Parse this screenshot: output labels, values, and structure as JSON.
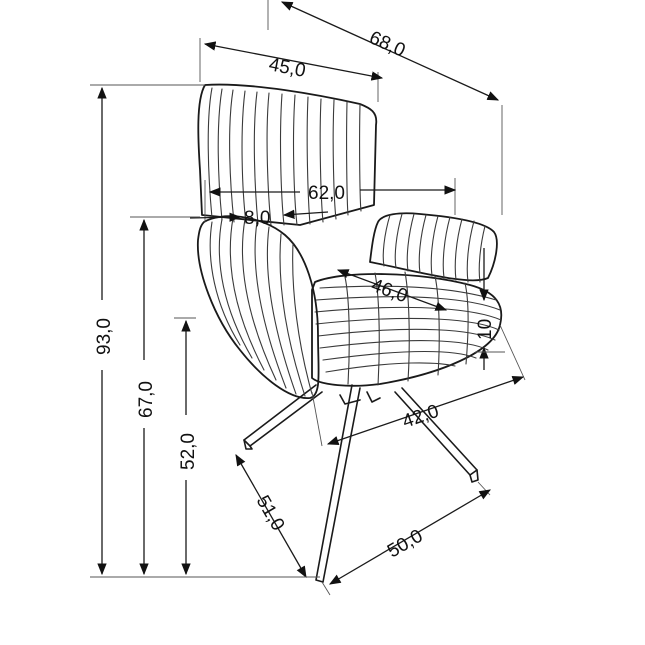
{
  "dimensions": {
    "total_depth": "68,0",
    "back_width": "45,0",
    "total_width": "62,0",
    "armrest_width": "8,0",
    "seat_depth": "46,0",
    "armrest_gap": "10",
    "seat_width": "42,0",
    "base_depth": "51,0",
    "base_width": "50,0",
    "total_height": "93,0",
    "armrest_height": "67,0",
    "seat_height": "52,0"
  },
  "colors": {
    "line": "#1a1a1a",
    "background": "#ffffff"
  }
}
